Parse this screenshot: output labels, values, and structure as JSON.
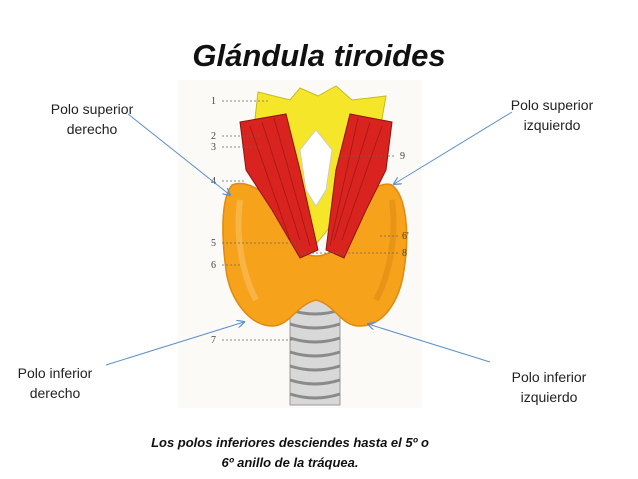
{
  "title": "Glándula tiroides",
  "labels": {
    "superior_right": [
      "Polo superior",
      "derecho"
    ],
    "superior_left": [
      "Polo superior",
      "izquierdo"
    ],
    "inferior_right": [
      "Polo inferior",
      "derecho"
    ],
    "inferior_left": [
      "Polo inferior",
      "izquierdo"
    ]
  },
  "figure_numbers": [
    "1",
    "2",
    "3",
    "4",
    "5",
    "6",
    "7",
    "8",
    "9",
    "6'"
  ],
  "caption": [
    "Los polos inferiores desciendes hasta el 5º o",
    "6º anillo de la tráquea."
  ],
  "colors": {
    "thyroid": "#f7a21b",
    "cartilage": "#f6e62a",
    "muscle": "#d8231f",
    "trachea": "#dcdcdc",
    "pointer_line": "#5b8fd0"
  }
}
